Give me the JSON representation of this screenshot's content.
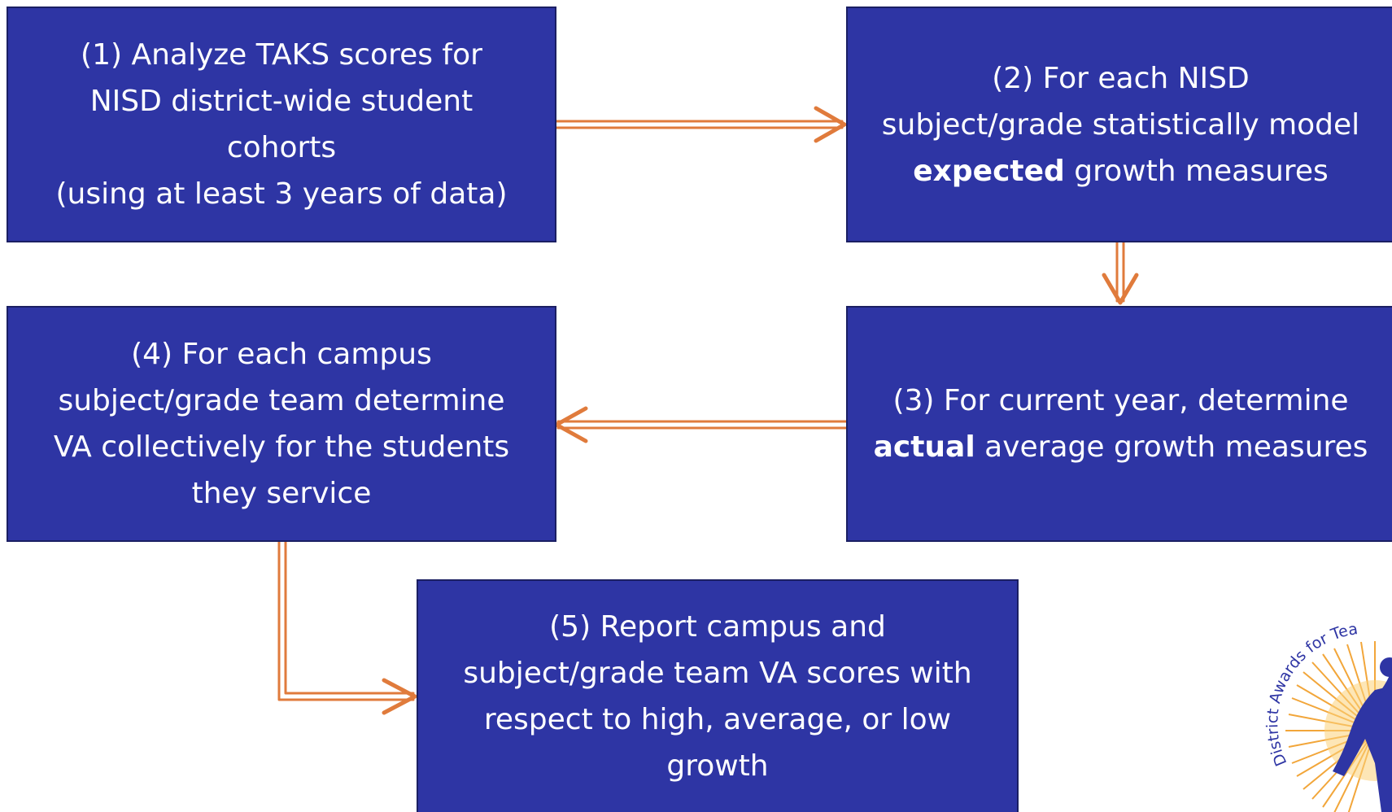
{
  "steps": [
    {
      "id": 1,
      "lines": [
        "(1) Analyze TAKS scores for",
        "NISD district-wide student",
        "cohorts",
        "(using at least 3 years of data)"
      ]
    },
    {
      "id": 2,
      "line1": "(2) For each NISD",
      "line2": "subject/grade statistically model",
      "bold": "expected",
      "rest": " growth measures"
    },
    {
      "id": 3,
      "line1": "(3) For current year, determine",
      "bold": "actual",
      "rest": " average growth measures"
    },
    {
      "id": 4,
      "lines": [
        "(4) For each campus",
        "subject/grade team determine",
        "VA collectively for the students",
        "they service"
      ]
    },
    {
      "id": 5,
      "lines": [
        "(5) Report campus and",
        "subject/grade team VA scores with",
        "respect to high, average, or low",
        "growth"
      ]
    }
  ],
  "logo": {
    "text": "District Awards for Tea"
  },
  "colors": {
    "box_fill": "#2e35a4",
    "box_border": "#1b1f63",
    "arrow": "#e07b3c",
    "text": "#ffffff"
  }
}
